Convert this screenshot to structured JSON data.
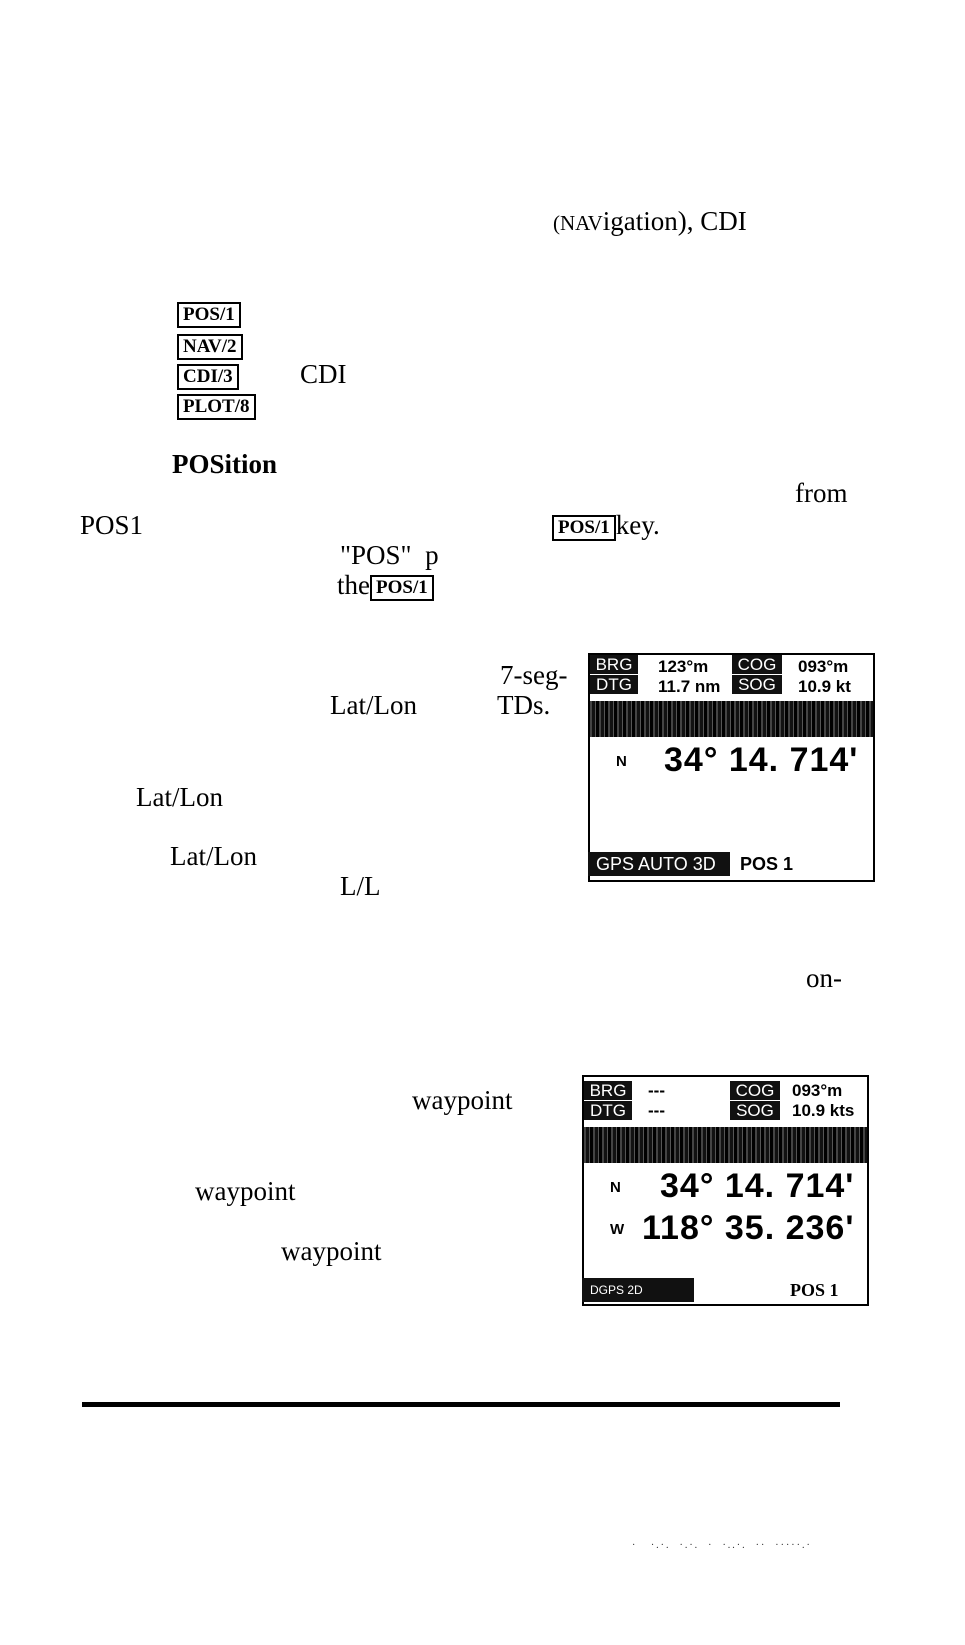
{
  "text": {
    "nav_cdi": "(NAVigation), CDI",
    "cdi": "CDI",
    "position_heading": "POSition",
    "from": "from",
    "pos1": "POS1",
    "key_word": "key.",
    "pos_quote": "\"POS\"",
    "pos_quote_cut": "p",
    "the_word": "the",
    "seven_seg": "7-seg-",
    "latlon_1": "Lat/Lon",
    "tds": "TDs.",
    "latlon_2": "Lat/Lon",
    "latlon_3": "Lat/Lon",
    "ll": "L/L",
    "on_dash": "on-",
    "waypoint_1": "waypoint",
    "waypoint_2": "waypoint",
    "waypoint_3": "waypoint"
  },
  "keys": {
    "pos": "POS/1",
    "nav": "NAV/2",
    "cdi": "CDI/3",
    "plot": "PLOT/8"
  },
  "screen1": {
    "brg_label": "BRG",
    "dtg_label": "DTG",
    "brg_value": "123°m",
    "dtg_value": "11.7 nm",
    "cog_label": "COG",
    "sog_label": "SOG",
    "cog_value": "093°m",
    "sog_value": "10.9 kt",
    "lat_hemi": "N",
    "lat": "34° 14. 714'",
    "status": "GPS AUTO 3D",
    "page": "POS 1"
  },
  "screen2": {
    "brg_label": "BRG",
    "dtg_label": "DTG",
    "brg_value": "---",
    "dtg_value": "---",
    "cog_label": "COG",
    "sog_label": "SOG",
    "cog_value": "093°m",
    "sog_value": "10.9 kts",
    "lat_hemi": "N",
    "lat": "34° 14. 714'",
    "lon_hemi": "W",
    "lon": "118° 35. 236'",
    "status": "DGPS 2D",
    "page": "POS 1"
  }
}
